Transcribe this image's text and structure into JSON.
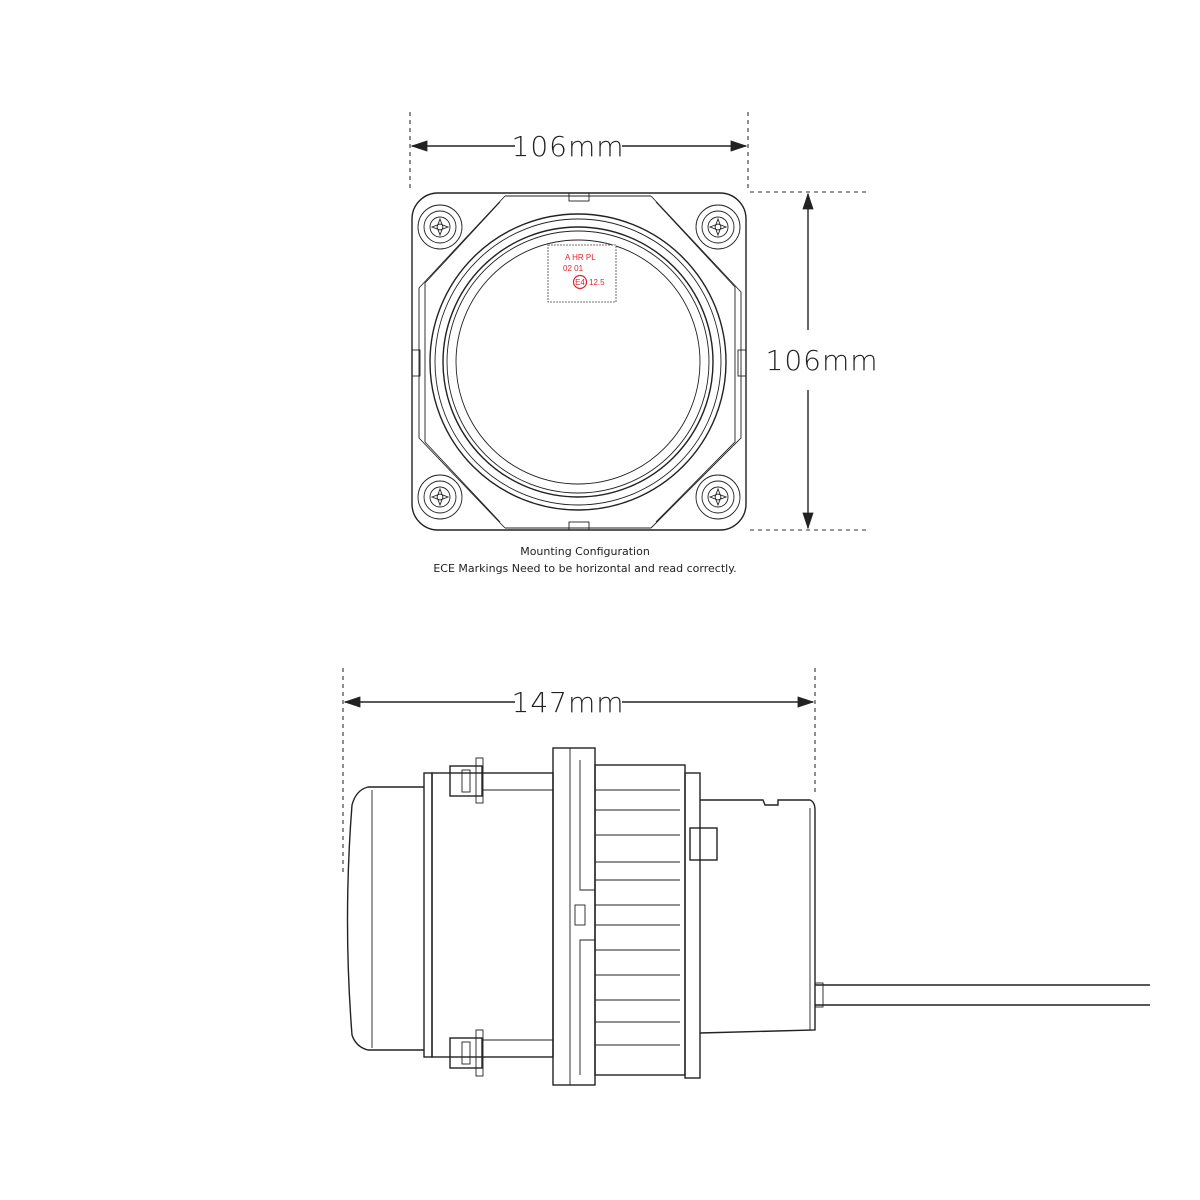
{
  "front_view": {
    "width_label": "106mm",
    "height_label": "106mm",
    "ece_marking": {
      "line1": "A HR PL",
      "line2": "02 01",
      "approval_mark": "E4",
      "value": "12.5"
    },
    "caption_title": "Mounting Configuration",
    "caption_note": "ECE Markings Need to be horizontal and read correctly."
  },
  "side_view": {
    "length_label": "147mm"
  },
  "colors": {
    "line": "#222222",
    "marking": "#e0232e"
  }
}
